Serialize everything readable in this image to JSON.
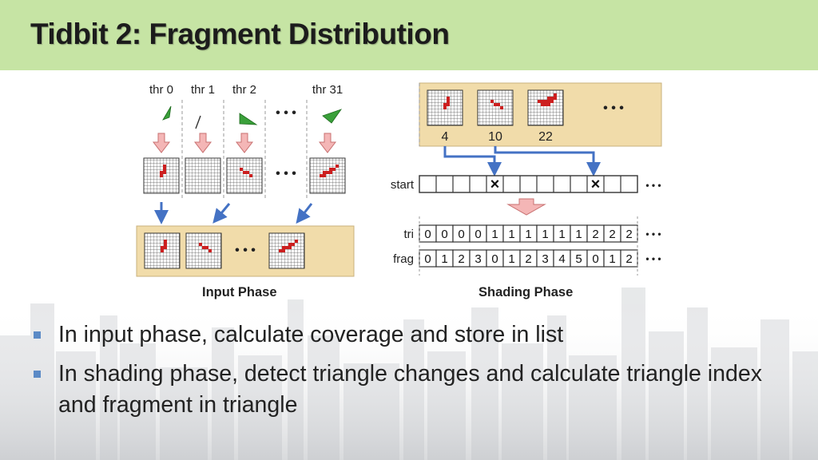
{
  "title": "Tidbit 2: Fragment Distribution",
  "input_phase": {
    "thread_labels": [
      "thr 0",
      "thr 1",
      "thr 2",
      "thr 31"
    ],
    "caption": "Input Phase"
  },
  "shading_phase": {
    "counts": [
      "4",
      "10",
      "22"
    ],
    "start_label": "start",
    "tri_label": "tri",
    "frag_label": "frag",
    "tri_values": [
      "0",
      "0",
      "0",
      "0",
      "1",
      "1",
      "1",
      "1",
      "1",
      "1",
      "2",
      "2",
      "2"
    ],
    "frag_values": [
      "0",
      "1",
      "2",
      "3",
      "0",
      "1",
      "2",
      "3",
      "4",
      "5",
      "0",
      "1",
      "2"
    ],
    "marker": "×",
    "caption": "Shading Phase"
  },
  "ellipsis": "• • •",
  "bullets": [
    "In input phase, calculate coverage and store in list",
    "In shading phase, detect triangle changes and calculate triangle index and fragment in triangle"
  ],
  "colors": {
    "title_bar": "#c6e4a4",
    "panel": "#f1dcaa",
    "fragment_red": "#cc1f1f",
    "arrow_blue": "#4472c4",
    "arrow_pink": "#f4b6b6",
    "triangle_green": "#3aa03a",
    "bullet": "#5b8ac6"
  }
}
